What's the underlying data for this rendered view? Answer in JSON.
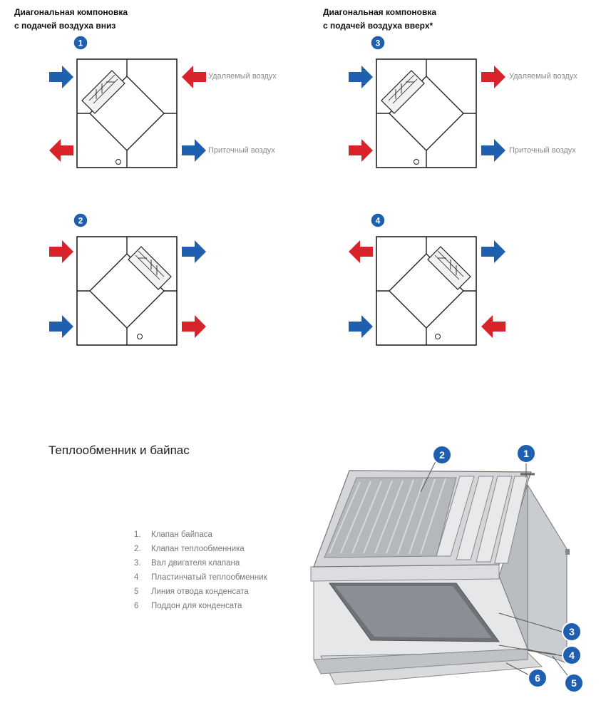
{
  "panels": [
    {
      "title_line1": "Диагональная компоновка",
      "title_line2": "с подачей воздуха вниз"
    },
    {
      "title_line1": "Диагональная компоновка",
      "title_line2": "с подачей воздуха вверх*"
    }
  ],
  "layouts": [
    {
      "badge": "1"
    },
    {
      "badge": "2"
    },
    {
      "badge": "3"
    },
    {
      "badge": "4"
    }
  ],
  "labels": {
    "exhaust_air": "Удаляемый воздух",
    "supply_air": "Приточный воздух"
  },
  "section_title": "Теплообменник и байпас",
  "legend": [
    {
      "num": "1.",
      "text": "Клапан байпаса"
    },
    {
      "num": "2.",
      "text": "Клапан теплообменника"
    },
    {
      "num": "3.",
      "text": "Вал двигателя клапана"
    },
    {
      "num": "4",
      "text": "Пластинчатый теплообменник"
    },
    {
      "num": "5",
      "text": "Линия отвода конденсата"
    },
    {
      "num": "6",
      "text": "Поддон для конденсата"
    }
  ],
  "callouts": [
    "1",
    "2",
    "3",
    "4",
    "5",
    "6"
  ],
  "colors": {
    "blue": "#1f5fb0",
    "red": "#d8232a",
    "badge": "#1f5fb0"
  }
}
